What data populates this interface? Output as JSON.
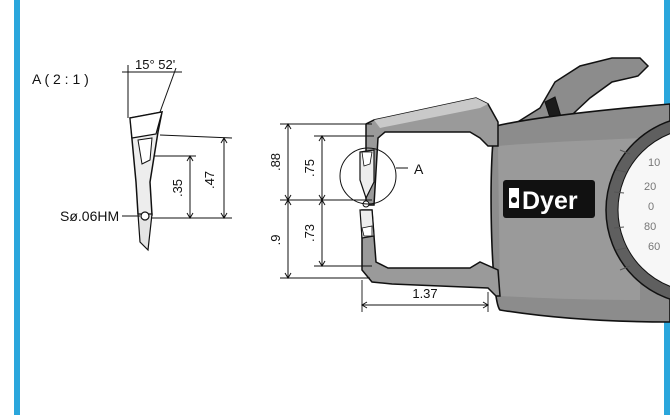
{
  "colors": {
    "frame_accent": "#2aa6dc",
    "gauge_body": "#8c8c8c",
    "gauge_body_dark": "#5f5f5f",
    "badge_bg": "#111111"
  },
  "detail": {
    "title": "A ( 2 : 1 )",
    "angle_label": "15° 52'",
    "dim_upper": ".47",
    "dim_lower": ".35",
    "tip_label": "Sø.06HM"
  },
  "main": {
    "dim_outer_top": ".88",
    "dim_inner_top": ".75",
    "dim_outer_bottom": ".9",
    "dim_inner_bottom": ".73",
    "dim_width": "1.37",
    "callout": "A",
    "brand": "Dyer",
    "dial_numbers": [
      "10",
      "20",
      "0",
      "80",
      "60"
    ]
  }
}
